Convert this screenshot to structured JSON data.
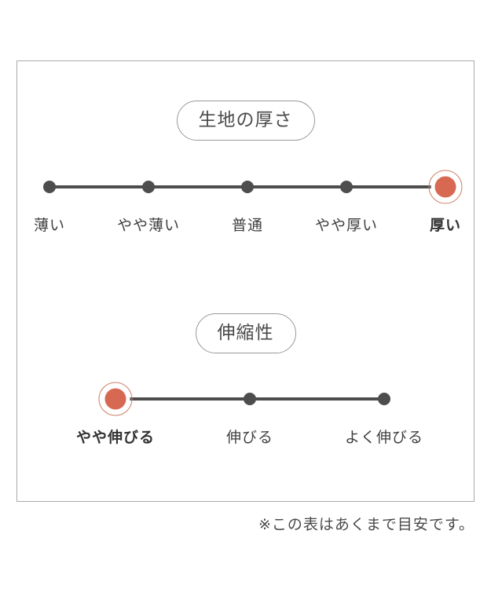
{
  "colors": {
    "accent": "#d76953",
    "accent_ring": "#cc7e66",
    "track": "#4d4d4d",
    "text": "#3f3f3f",
    "frame_border": "#a9a9a9",
    "pill_border": "#999999"
  },
  "chart_data": [
    {
      "type": "rating-scale",
      "title": "生地の厚さ",
      "categories": [
        "薄い",
        "やや薄い",
        "普通",
        "やや厚い",
        "厚い"
      ],
      "selected": "厚い",
      "selected_index": 4,
      "levels": 5
    },
    {
      "type": "rating-scale",
      "title": "伸縮性",
      "categories": [
        "やや伸びる",
        "伸びる",
        "よく伸びる"
      ],
      "selected": "やや伸びる",
      "selected_index": 0,
      "levels": 3
    }
  ],
  "note": "※この表はあくまで目安です。"
}
